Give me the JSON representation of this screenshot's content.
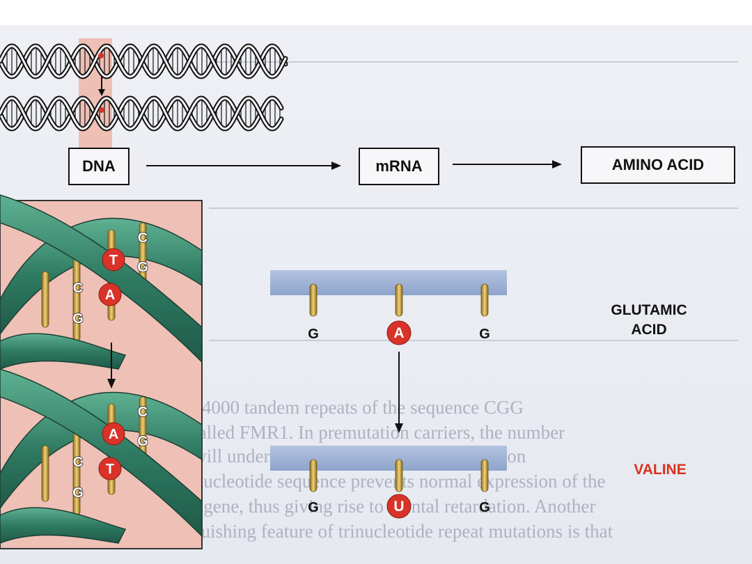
{
  "flow": {
    "dna_label": "DNA",
    "mrna_label": "mRNA",
    "amino_label": "AMINO ACID"
  },
  "upper_helix_bases": [
    "C",
    "G",
    "T",
    "A",
    "C",
    "G"
  ],
  "lower_helix_bases": [
    "C",
    "G",
    "A",
    "T",
    "C",
    "G"
  ],
  "normal": {
    "codon": [
      "G",
      "A",
      "G"
    ],
    "amino_acid_line1": "GLUTAMIC",
    "amino_acid_line2": "ACID"
  },
  "mutant": {
    "codon": [
      "G",
      "U",
      "G"
    ],
    "amino_acid": "VALINE"
  },
  "colors": {
    "base_red": "#d93228",
    "valine_red": "#d8321f",
    "rna_strip": "#9aaed1",
    "helix_green": "#3d8a72",
    "pink_panel": "#eec0b6"
  },
  "background_text": {
    "line1": "250 to 4000 tandem repeats of the sequence CGG",
    "line2": "gene called FMR1. In premutation carriers, the number",
    "line3": "posts will undergo expansions to the full mutation",
    "line4": "the trinucleotide sequence prevents normal expression of the",
    "line5": "FMR1 gene, thus giving rise to mental retardation. Another",
    "line6": "distinguishing feature of trinucleotide repeat mutations is that"
  }
}
